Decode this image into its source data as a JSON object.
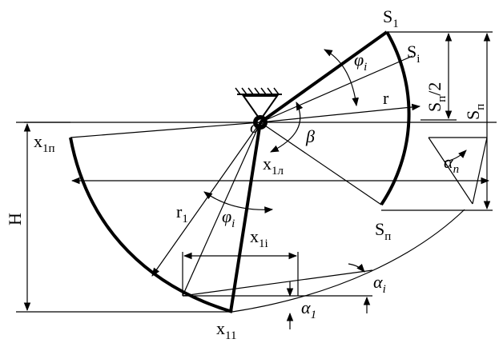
{
  "labels": {
    "S1": "S",
    "S1_sub": "1",
    "Si": "S",
    "Si_sub": "i",
    "Sn": "S",
    "Sn_sub": "п",
    "Sn2_main": "S",
    "Sn2_sub": "п",
    "Sn2_tail": "/2",
    "Sn_dim_main": "S",
    "Sn_dim_sub": "п",
    "phi_i_top": "φ",
    "phi_i_top_sub": "i",
    "phi_i_bottom": "φ",
    "phi_i_bottom_sub": "i",
    "r": "r",
    "r1": "r",
    "r1_sub": "1",
    "o": "o",
    "beta": "β",
    "x1n_left": "x",
    "x1n_left_sub": "1п",
    "x1n_center": "x",
    "x1n_center_sub": "1л",
    "x1i": "x",
    "x1i_sub": "1i",
    "x11": "x",
    "x11_sub": "11",
    "H": "H",
    "alpha_n": "α",
    "alpha_n_sub": "п",
    "alpha_i": "α",
    "alpha_i_sub": "i",
    "alpha_1": "α",
    "alpha_1_sub": "1"
  },
  "colors": {
    "ink": "#000000",
    "paper": "#ffffff"
  }
}
